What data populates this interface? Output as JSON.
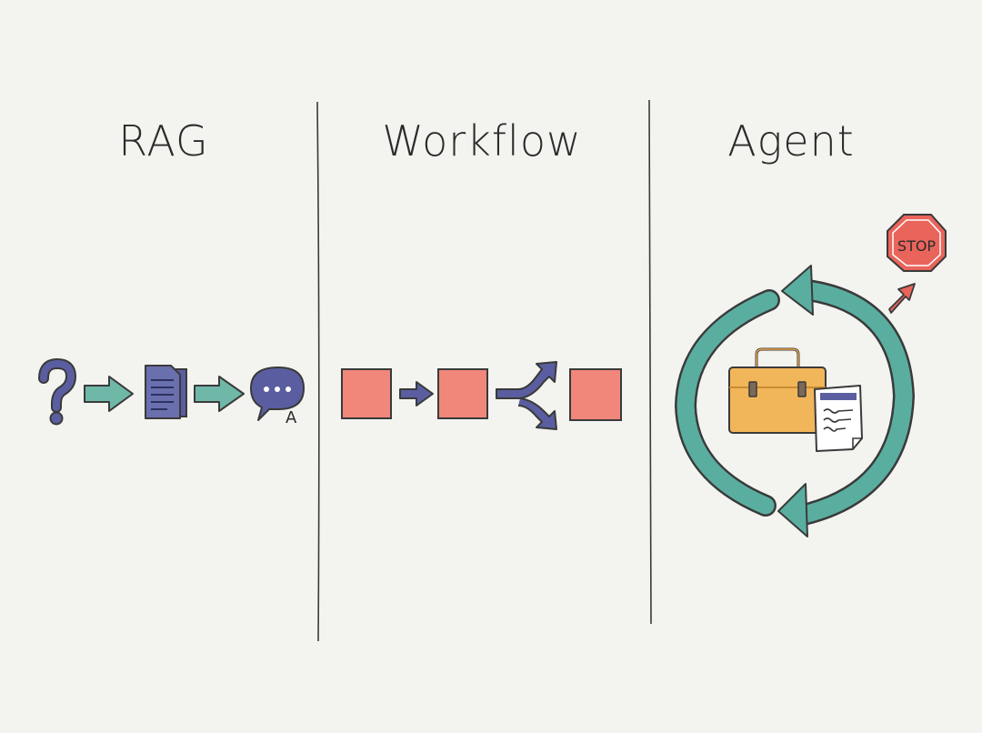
{
  "sections": {
    "rag": {
      "title": "RAG",
      "answer_mark": "A"
    },
    "workflow": {
      "title": "Workflow"
    },
    "agent": {
      "title": "Agent",
      "stop_label": "STOP"
    }
  },
  "colors": {
    "background": "#f3f3f0",
    "teal": "#5aaea0",
    "salmon": "#f0877a",
    "indigo": "#5a5ea0",
    "ochre": "#f2b65a",
    "stop_red": "#e9655c",
    "ink": "#2b2b2b"
  },
  "icons": {
    "rag": [
      "question-mark-icon",
      "arrow-right-icon",
      "document-icon",
      "arrow-right-icon",
      "speech-bubble-icon"
    ],
    "workflow": [
      "square-step",
      "arrow-right-icon",
      "square-step",
      "branch-arrow-icon",
      "square-step"
    ],
    "agent": [
      "cycle-arrows-icon",
      "toolbox-icon",
      "notes-document-icon",
      "stop-sign-icon",
      "exit-arrow-icon"
    ]
  }
}
